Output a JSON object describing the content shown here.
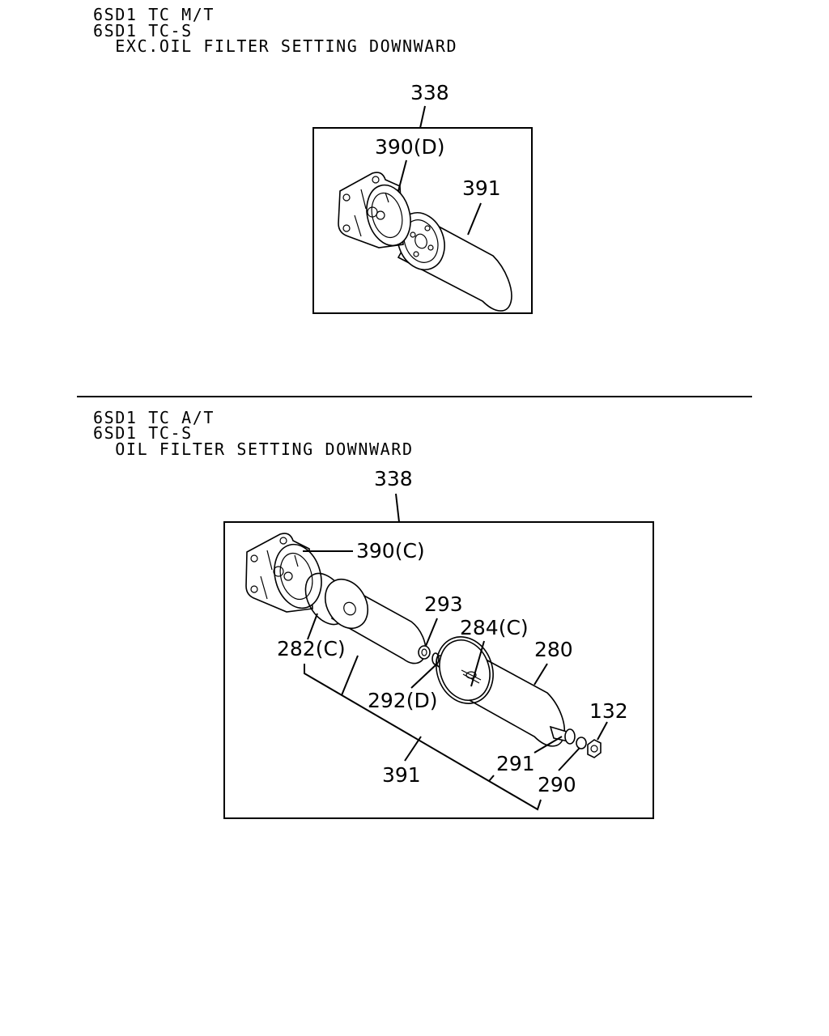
{
  "sections": [
    {
      "header_lines": [
        "6SD1 TC M/T",
        "6SD1 TC-S",
        "  EXC.OIL FILTER SETTING DOWNWARD"
      ],
      "callouts": {
        "assembly": "338",
        "head": "390(D)",
        "cartridge": "391"
      }
    },
    {
      "header_lines": [
        "6SD1 TC A/T",
        "6SD1 TC-S",
        "  OIL FILTER SETTING DOWNWARD"
      ],
      "callouts": {
        "assembly": "338",
        "head": "390(C)",
        "gasket": "282(C)",
        "spring_seat": "293",
        "o_ring_top": "284(C)",
        "case": "280",
        "spring": "292(D)",
        "drain_plug_bolt": "132",
        "plug": "291",
        "washer": "290",
        "cartridge": "391"
      }
    }
  ]
}
